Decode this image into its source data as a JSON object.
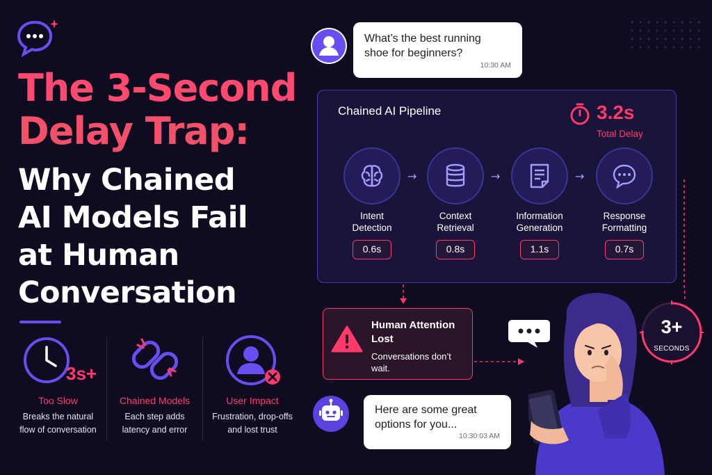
{
  "headline": {
    "red_lines": [
      "The 3-Second",
      "Delay Trap:"
    ],
    "white_lines": [
      "Why Chained",
      "AI Models Fail",
      "at Human",
      "Conversation"
    ]
  },
  "stats": [
    {
      "icon": "clock-icon",
      "badge": "3s+",
      "title": "Too Slow",
      "desc_lines": [
        "Breaks the natural",
        "flow of conversation"
      ]
    },
    {
      "icon": "broken-link-icon",
      "title": "Chained Models",
      "desc_lines": [
        "Each step adds",
        "latency and error"
      ]
    },
    {
      "icon": "user-x-icon",
      "title": "User Impact",
      "desc_lines": [
        "Frustration, drop-offs",
        "and lost trust"
      ]
    }
  ],
  "user_message": {
    "lines": [
      "What’s the best running",
      "shoe for beginners?"
    ],
    "time": "10:30 AM"
  },
  "pipeline": {
    "title": "Chained AI Pipeline",
    "total_delay": "3.2s",
    "total_label": "Total Delay",
    "stages": [
      {
        "icon": "brain-icon",
        "label_lines": [
          "Intent",
          "Detection"
        ],
        "time": "0.6s"
      },
      {
        "icon": "database-icon",
        "label_lines": [
          "Context",
          "Retrieval"
        ],
        "time": "0.8s"
      },
      {
        "icon": "document-icon",
        "label_lines": [
          "Information",
          "Generation"
        ],
        "time": "1.1s"
      },
      {
        "icon": "chat-bubble-icon",
        "label_lines": [
          "Response",
          "Formatting"
        ],
        "time": "0.7s"
      }
    ]
  },
  "alert": {
    "title_lines": [
      "Human Attention",
      "Lost"
    ],
    "desc_lines": [
      "Conversations don’t",
      "wait."
    ]
  },
  "bot_message": {
    "lines": [
      "Here are some great",
      "options for you..."
    ],
    "time": "10:30:03 AM"
  },
  "countdown": {
    "value": "3+",
    "label": "SECONDS"
  },
  "colors": {
    "background": "#0f0c22",
    "accent_red": "#ff3a6b",
    "accent_purple": "#6a4df0",
    "panel": "#19143a"
  }
}
